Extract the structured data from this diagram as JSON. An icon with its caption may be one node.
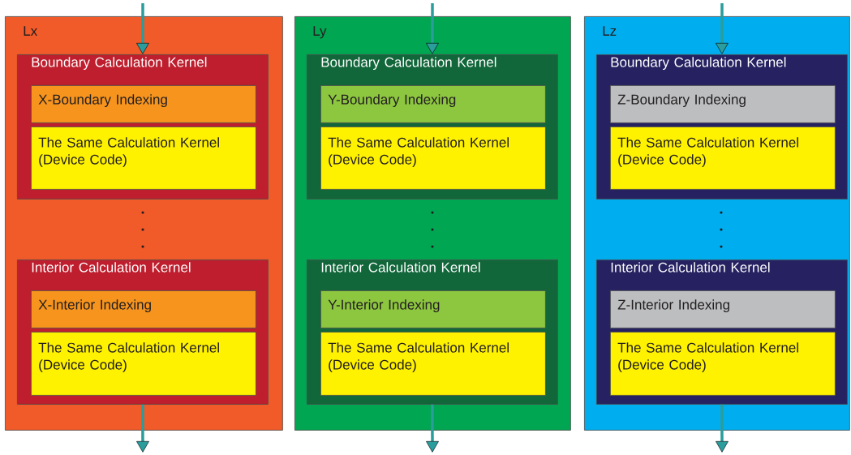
{
  "diagram": {
    "nodes": [
      {
        "text": [
          "Lx"
        ]
      },
      {
        "text": [
          "Boundary Calculation Kernel"
        ],
        "in": 0
      },
      {
        "text": [
          "X-Boundary Indexing"
        ],
        "in": 1
      },
      {
        "text": [
          "The Same Calculation Kernel (Device Code)"
        ],
        "in": 1
      },
      {
        "text": [
          "Interior Calculation Kernel"
        ],
        "in": 0
      },
      {
        "text": [
          "X-Interior Indexing"
        ],
        "in": 4
      },
      {
        "text": [
          "The Same Calculation Kernel (Device Code)"
        ],
        "in": 4
      },
      {
        "text": [
          "Ly"
        ]
      },
      {
        "text": [
          "Boundary Calculation Kernel"
        ],
        "in": 7
      },
      {
        "text": [
          "Y-Boundary Indexing"
        ],
        "in": 8
      },
      {
        "text": [
          "The Same Calculation Kernel (Device Code)"
        ],
        "in": 8
      },
      {
        "text": [
          "Interior Calculation Kernel"
        ],
        "in": 7
      },
      {
        "text": [
          "Y-Interior Indexing"
        ],
        "in": 11
      },
      {
        "text": [
          "The Same Calculation Kernel (Device Code)"
        ],
        "in": 11
      },
      {
        "text": [
          "Lz"
        ]
      },
      {
        "text": [
          "Boundary Calculation Kernel"
        ],
        "in": 14
      },
      {
        "text": [
          "Z-Boundary Indexing"
        ],
        "in": 15
      },
      {
        "text": [
          "The Same Calculation Kernel (Device Code)"
        ],
        "in": 15
      },
      {
        "text": [
          "Interior Calculation Kernel"
        ],
        "in": 14
      },
      {
        "text": [
          "Z-Interior Indexing"
        ],
        "in": 18
      },
      {
        "text": [
          "The Same Calculation Kernel (Device Code)"
        ],
        "in": 18
      }
    ],
    "edges": [
      {
        "from": null,
        "to": 1,
        "arrow": "to"
      },
      {
        "from": 4,
        "to": null,
        "arrow": "to"
      },
      {
        "from": null,
        "to": 8,
        "arrow": "to"
      },
      {
        "from": 11,
        "to": null,
        "arrow": "to"
      },
      {
        "from": null,
        "to": 15,
        "arrow": "to"
      },
      {
        "from": 18,
        "to": null,
        "arrow": "to"
      }
    ]
  }
}
